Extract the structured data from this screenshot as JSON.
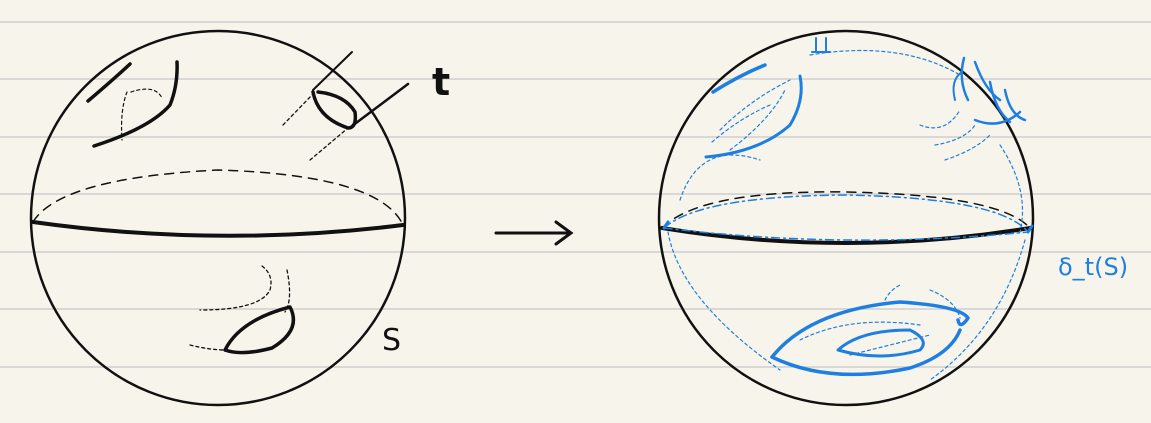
{
  "labels": {
    "left_sphere": "S",
    "curve": "t",
    "result": "δ_t(S)"
  },
  "colors": {
    "paper": "#f7f5eb",
    "rule_line": "#cfcfcf",
    "ink": "#111111",
    "blue_ink": "#1e7fe0"
  }
}
